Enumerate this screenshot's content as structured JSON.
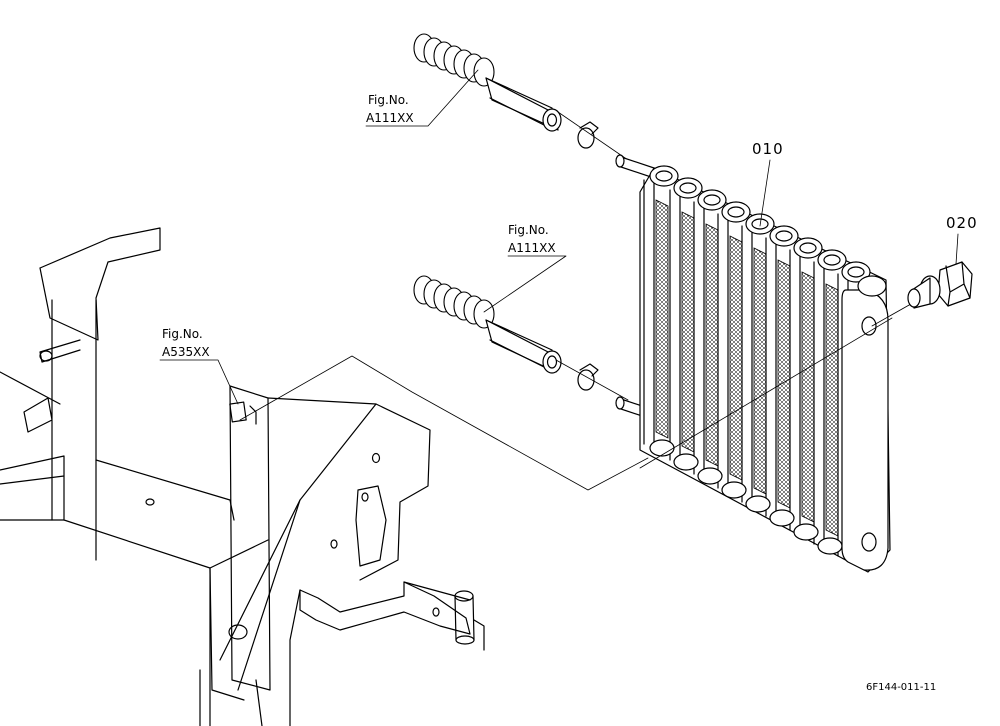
{
  "figure_id": "6F144-011-11",
  "callouts": [
    {
      "name": "fig-ref-upper-hose",
      "line1": "Fig.No.",
      "line2": "A111XX"
    },
    {
      "name": "fig-ref-lower-hose",
      "line1": "Fig.No.",
      "line2": "A111XX"
    },
    {
      "name": "fig-ref-frame",
      "line1": "Fig.No.",
      "line2": "A535XX"
    }
  ],
  "part_numbers": [
    {
      "name": "oil-cooler",
      "label": "010"
    },
    {
      "name": "connector-bolt",
      "label": "020"
    }
  ]
}
